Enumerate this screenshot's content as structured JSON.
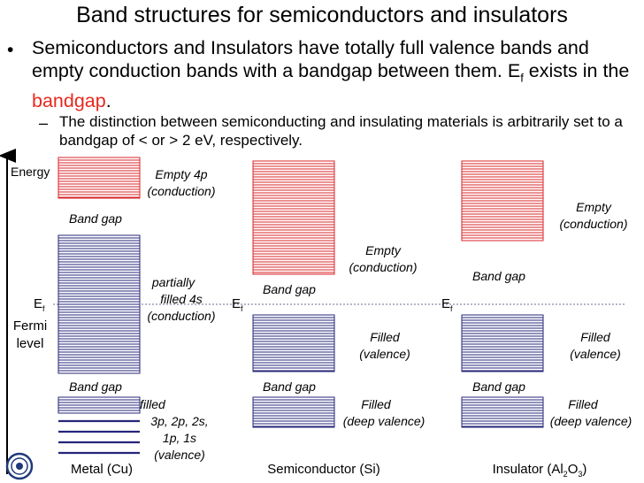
{
  "title": "Band structures for semiconductors and insulators",
  "bullet": {
    "symbol": "•",
    "text_before": "Semiconductors and Insulators have totally full valence bands and empty conduction bands with a bandgap between them. E",
    "subscript": "f",
    "text_mid": " exists in the ",
    "highlight": "bandgap",
    "text_after": ".",
    "highlight_color": "#e8281e"
  },
  "sub_bullet": {
    "symbol": "–",
    "text": "The distinction between semiconducting and insulating materials is arbitrarily set to a bandgap of < or > 2 eV, respectively."
  },
  "axis": {
    "energy": "Energy",
    "fermi_line1": "Fermi",
    "fermi_line2": "level"
  },
  "ef": {
    "main": "E",
    "sub": "f"
  },
  "metal": {
    "name": "Metal (Cu)",
    "empty": [
      "Empty 4p",
      "(conduction)"
    ],
    "band_gap_top": "Band gap",
    "partial": [
      "partially",
      "filled 4s",
      "(conduction)"
    ],
    "band_gap_bottom": "Band gap",
    "filled": [
      "filled",
      "3p, 2p, 2s,",
      "1p, 1s",
      "(valence)"
    ]
  },
  "semiconductor": {
    "name": "Semiconductor (Si)",
    "empty": [
      "Empty",
      "(conduction)"
    ],
    "band_gap_mid": "Band gap",
    "filled": [
      "Filled",
      "(valence)"
    ],
    "band_gap_bottom": "Band gap",
    "deep": [
      "Filled",
      "(deep valence)"
    ]
  },
  "insulator": {
    "name_main": "Insulator (Al",
    "name_sub1": "2",
    "name_mid": "O",
    "name_sub2": "3",
    "name_end": ")",
    "empty": [
      "Empty",
      "(conduction)"
    ],
    "band_gap_mid": "Band gap",
    "filled": [
      "Filled",
      "(valence)"
    ],
    "band_gap_bottom": "Band gap",
    "deep": [
      "Filled",
      "(deep valence)"
    ]
  },
  "colors": {
    "conduction": "#d8242a",
    "valence": "#26267a",
    "fermi": "#8a8aa8"
  }
}
